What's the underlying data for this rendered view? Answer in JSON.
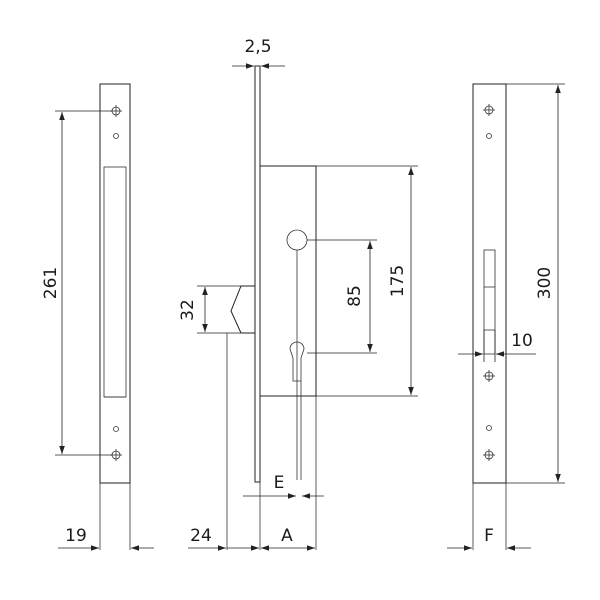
{
  "labels": {
    "thickness": "2,5",
    "height_left": "261",
    "latch": "32",
    "spacing": "85",
    "case_height": "175",
    "height_right": "300",
    "bolt": "10",
    "width_left": "19",
    "backset": "24",
    "e": "E",
    "a": "A",
    "f": "F"
  },
  "colors": {
    "line": "#222222",
    "background": "#ffffff"
  }
}
